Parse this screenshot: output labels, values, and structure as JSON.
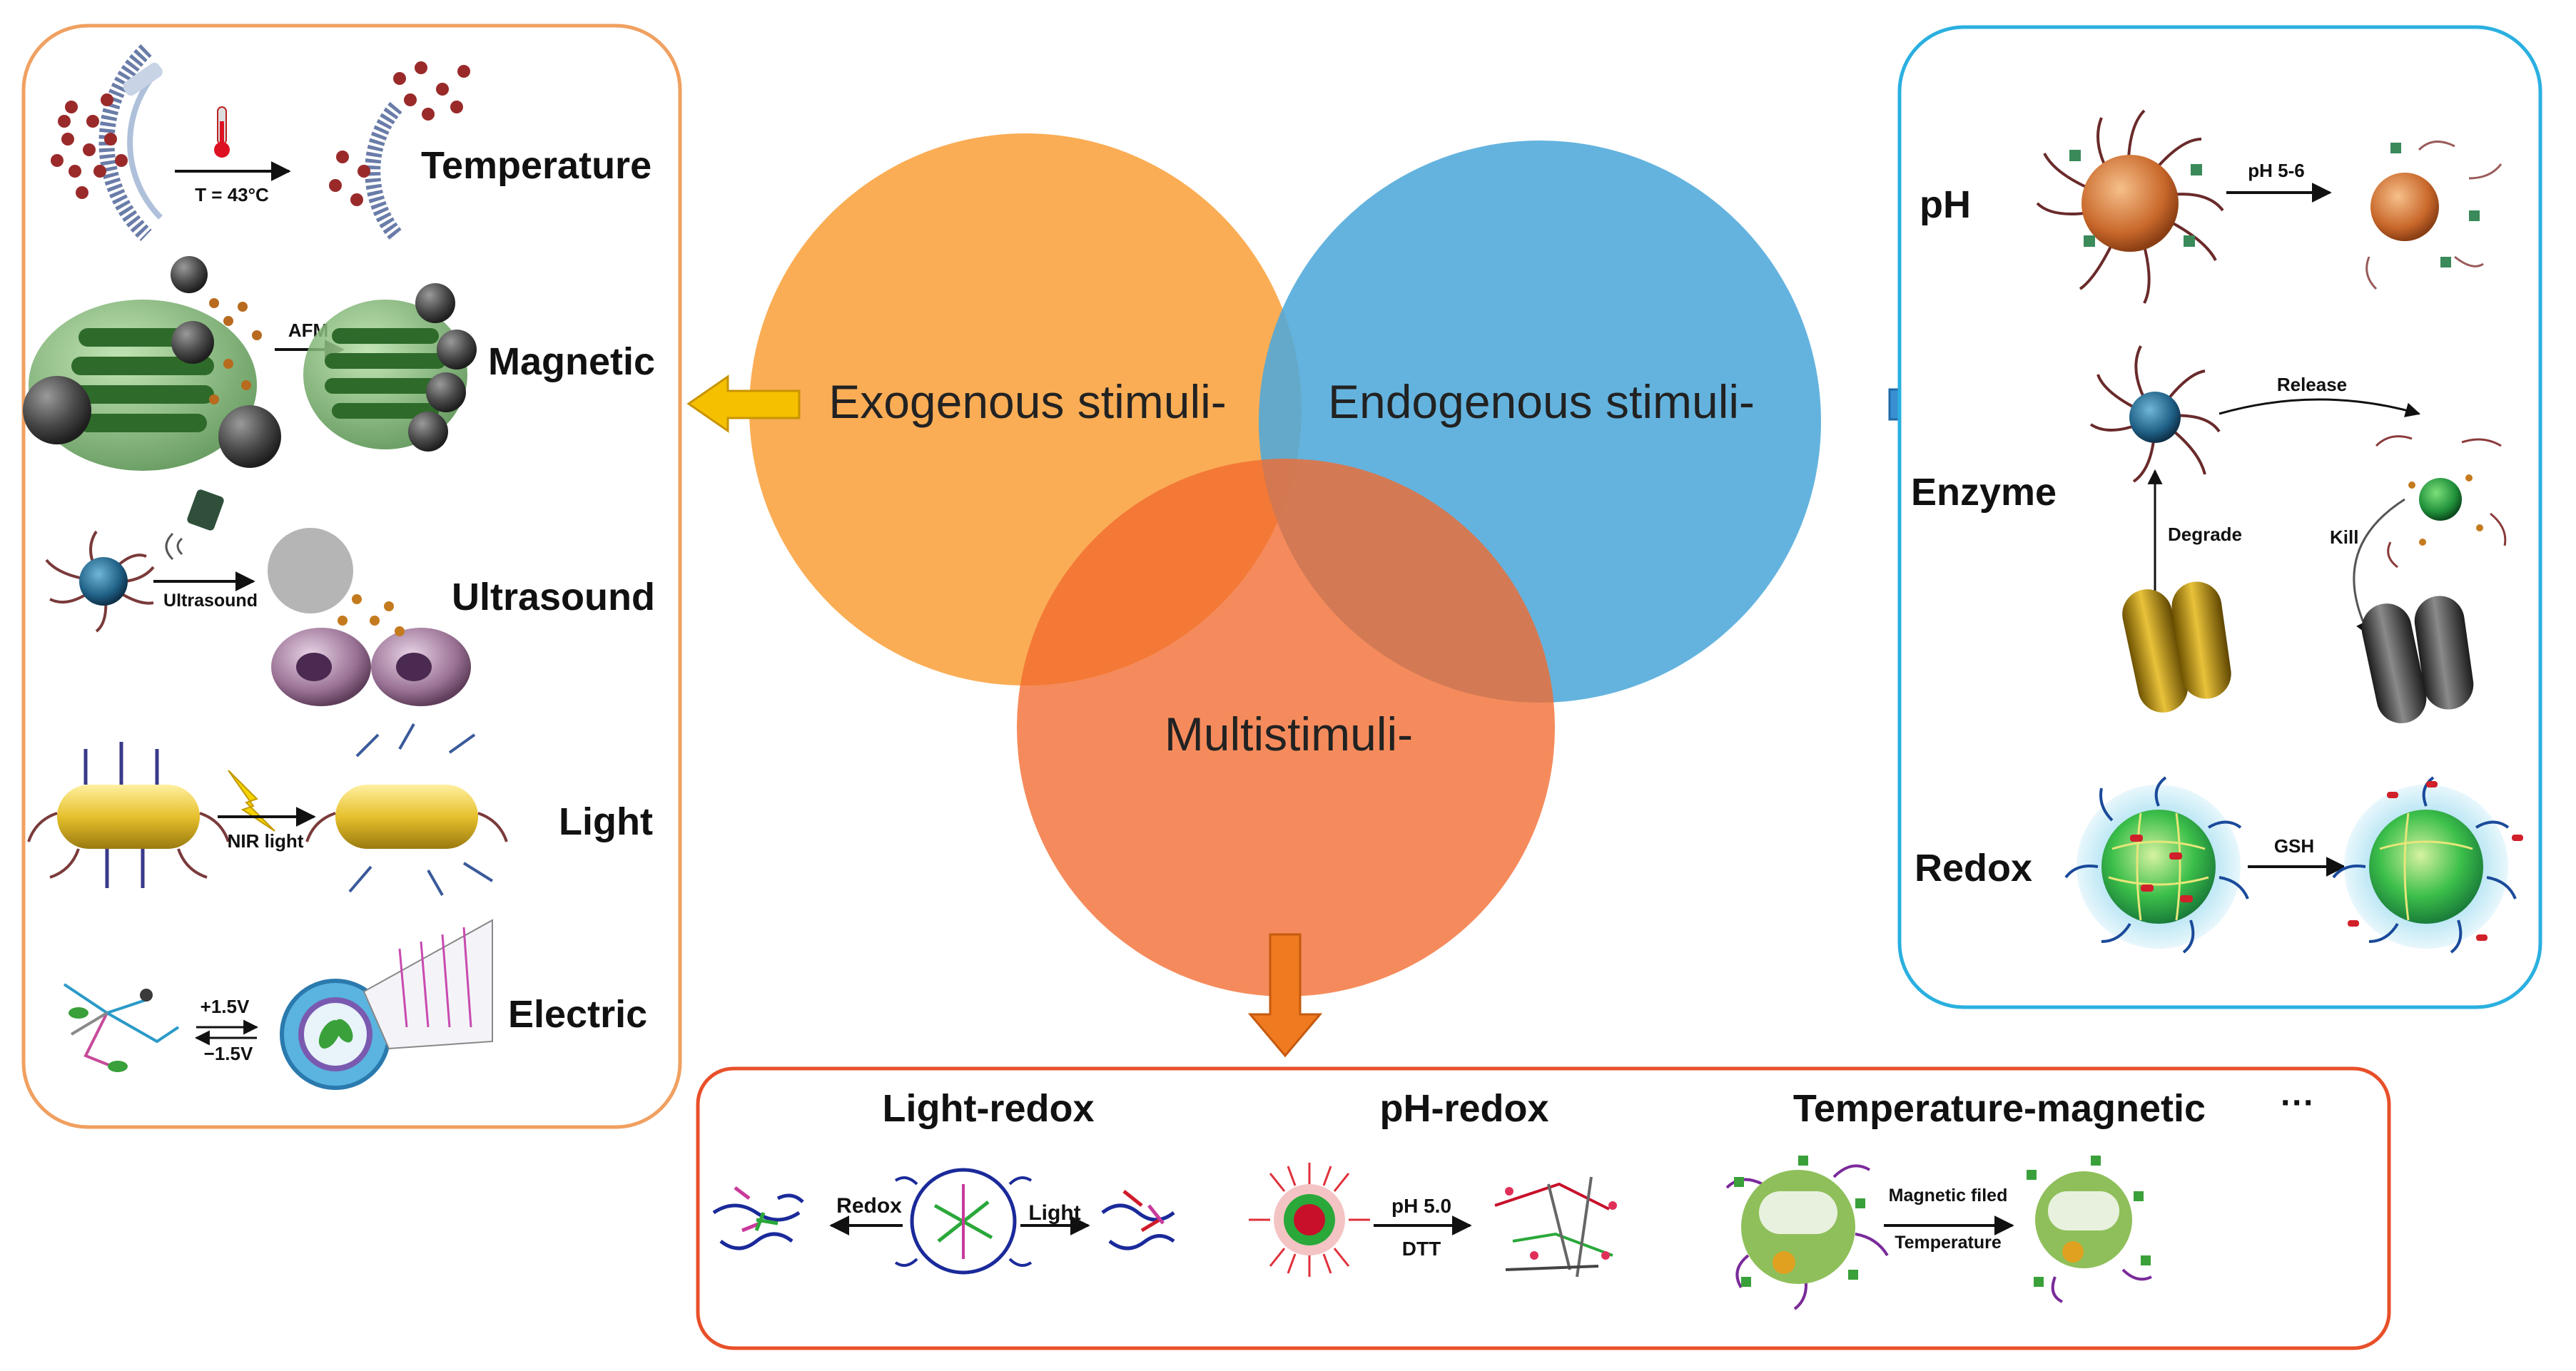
{
  "colors": {
    "exo_border": "#F0A060",
    "endo_border": "#2AB0E0",
    "multi_border": "#E8502A",
    "exo_circle": "#F9A23E",
    "endo_circle": "#4FA9D9",
    "multi_circle": "#F26A2E",
    "arrow_yellow": "#F5C000",
    "arrow_blue": "#3A8FD0",
    "arrow_orange": "#F07A20"
  },
  "venn": {
    "exogenous": "Exogenous stimuli-",
    "endogenous": "Endogenous stimuli-",
    "multi": "Multistimuli-"
  },
  "exogenous": {
    "temperature": {
      "label": "Temperature",
      "condition": "T = 43°C"
    },
    "magnetic": {
      "label": "Magnetic",
      "condition": "AFM"
    },
    "ultrasound": {
      "label": "Ultrasound",
      "condition": "Ultrasound"
    },
    "light": {
      "label": "Light",
      "condition": "NIR light"
    },
    "electric": {
      "label": "Electric",
      "forward": "+1.5V",
      "backward": "−1.5V"
    }
  },
  "endogenous": {
    "ph": {
      "label": "pH",
      "condition": "pH 5-6"
    },
    "enzyme": {
      "label": "Enzyme",
      "release": "Release",
      "degrade": "Degrade",
      "kill": "Kill"
    },
    "redox": {
      "label": "Redox",
      "condition": "GSH"
    }
  },
  "multi": {
    "light_redox": {
      "label": "Light-redox",
      "left": "Redox",
      "right": "Light"
    },
    "ph_redox": {
      "label": "pH-redox",
      "top": "pH 5.0",
      "bottom": "DTT"
    },
    "temp_magnetic": {
      "label": "Temperature-magnetic",
      "top": "Magnetic filed",
      "bottom": "Temperature"
    },
    "more": "···"
  }
}
